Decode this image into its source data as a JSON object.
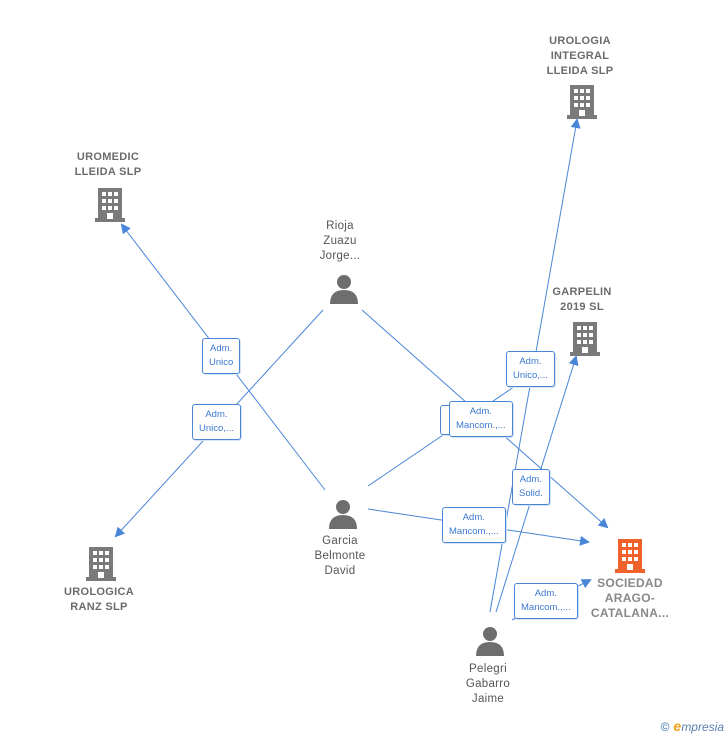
{
  "nodes": {
    "urologia_integral": {
      "label": "UROLOGIA\nINTEGRAL\nLLEIDA  SLP",
      "icon": "building-icon"
    },
    "uromedic": {
      "label": "UROMEDIC\nLLEIDA  SLP",
      "icon": "building-icon"
    },
    "rioja": {
      "label": "Rioja\nZuazu\nJorge...",
      "icon": "person-icon"
    },
    "garpelin": {
      "label": "GARPELIN\n2019  SL",
      "icon": "building-icon"
    },
    "garcia": {
      "label": "Garcia\nBelmonte\nDavid",
      "icon": "person-icon"
    },
    "urologica_ranz": {
      "label": "UROLOGICA\nRANZ  SLP",
      "icon": "building-icon"
    },
    "sociedad": {
      "label": "SOCIEDAD\nARAGO-\nCATALANA...",
      "icon": "building-icon"
    },
    "pelegri": {
      "label": "Pelegri\nGabarro\nJaime",
      "icon": "person-icon"
    }
  },
  "badges": {
    "b1": "Adm.\nUnico",
    "b2": "Adm.\nUnico,...",
    "b3": "Adm.\nUnico,...",
    "b4": "Adm.\nMancom.,...",
    "b5": "Adm.\nSolid.",
    "b6": "Adm.\nMancom.,...",
    "b7": "Adm.\nMancom.,..."
  },
  "colors": {
    "edge": "#4a86d8",
    "building": "#7a7a7a",
    "building_highlight": "#f0622a",
    "person": "#6e6e6e"
  },
  "brand": {
    "copyright": "©",
    "e": "e",
    "rest": "mpresia"
  }
}
